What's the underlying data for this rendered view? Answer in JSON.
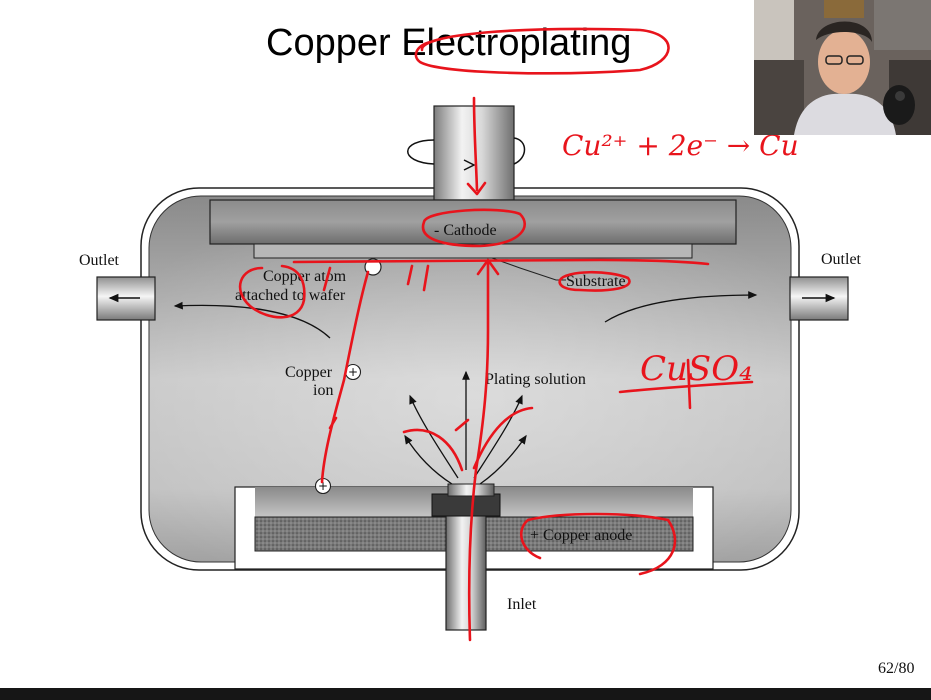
{
  "slide": {
    "title": "Copper Electroplating",
    "page_number": "62/80"
  },
  "diagram": {
    "labels": {
      "outlet_left": "Outlet",
      "outlet_right": "Outlet",
      "cathode": "- Cathode",
      "substrate": "Substrate",
      "copper_atom_line1": "Copper atom",
      "copper_atom_line2": "attached to wafer",
      "copper_ion_line1": "Copper",
      "copper_ion_line2": "ion",
      "plating_solution": "Plating solution",
      "copper_anode": "+ Copper anode",
      "inlet": "Inlet"
    }
  },
  "annotations": {
    "equation": "Cu²⁺ + 2e⁻ → Cu",
    "formula": "CuSO₄",
    "ink_color": "#e8141c"
  },
  "webcam": {
    "description_icon": "presenter-video-icon"
  }
}
